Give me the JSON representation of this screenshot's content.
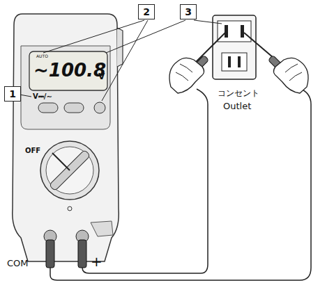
{
  "diagram": {
    "nodes": [
      {
        "text": [
          "1"
        ]
      },
      {
        "text": [
          "2"
        ]
      },
      {
        "text": [
          "3"
        ]
      }
    ],
    "labels": [
      "AUTO",
      "~100.8",
      "V",
      "V⎓/∼",
      "OFF",
      "コンセント",
      "Outlet",
      "COM",
      "+"
    ]
  }
}
